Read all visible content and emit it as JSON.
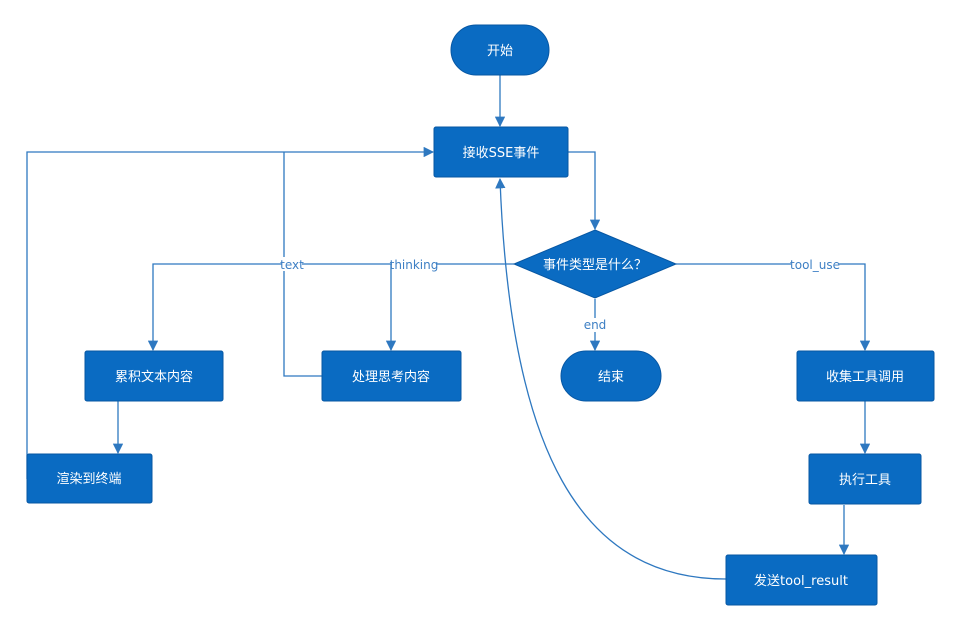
{
  "colors": {
    "node_fill": "#0a6bc2",
    "node_stroke": "#0757a3",
    "edge": "#2e78c0",
    "label_text": "#3d7fc4",
    "node_text": "#ffffff",
    "background": "#ffffff"
  },
  "nodes": {
    "start": "开始",
    "receive_sse": "接收SSE事件",
    "decision": "事件类型是什么？",
    "accumulate_text": "累积文本内容",
    "handle_thinking": "处理思考内容",
    "end": "结束",
    "collect_tool": "收集工具调用",
    "render_terminal": "渲染到终端",
    "execute_tool": "执行工具",
    "send_result": "发送tool_result"
  },
  "edge_labels": {
    "text": "text",
    "thinking": "thinking",
    "end": "end",
    "tool_use": "tool_use"
  }
}
